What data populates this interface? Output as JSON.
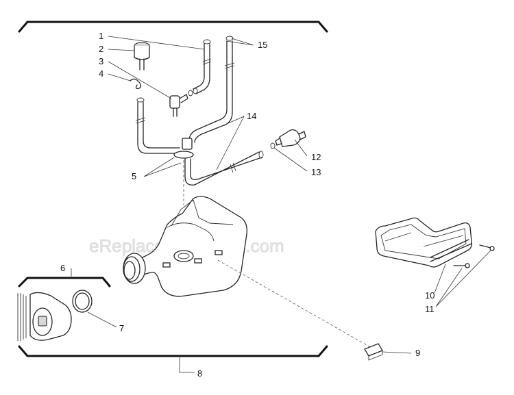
{
  "watermark": "eReplacementParts.com",
  "callouts": [
    {
      "id": "1",
      "label": "1"
    },
    {
      "id": "2",
      "label": "2"
    },
    {
      "id": "3",
      "label": "3"
    },
    {
      "id": "4",
      "label": "4"
    },
    {
      "id": "5",
      "label": "5"
    },
    {
      "id": "6",
      "label": "6"
    },
    {
      "id": "7",
      "label": "7"
    },
    {
      "id": "8",
      "label": "8"
    },
    {
      "id": "9",
      "label": "9"
    },
    {
      "id": "10",
      "label": "10"
    },
    {
      "id": "11",
      "label": "11"
    },
    {
      "id": "12",
      "label": "12"
    },
    {
      "id": "13",
      "label": "13"
    },
    {
      "id": "14",
      "label": "14"
    },
    {
      "id": "15",
      "label": "15"
    }
  ]
}
